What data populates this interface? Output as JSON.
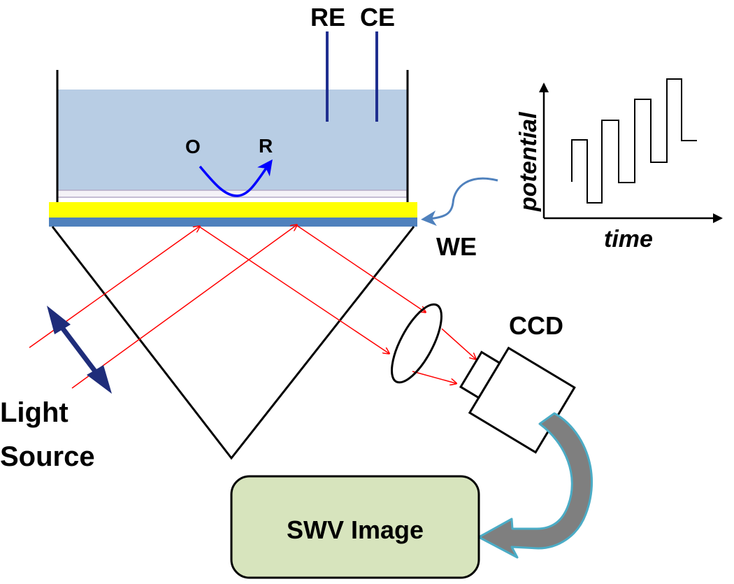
{
  "labels": {
    "reference_electrode": "RE",
    "counter_electrode": "CE",
    "oxidized_species": "O",
    "reduced_species": "R",
    "working_electrode": "WE",
    "light_source_line1": "Light",
    "light_source_line2": "Source",
    "camera": "CCD",
    "output": "SWV Image"
  },
  "waveform_plot": {
    "ylabel": "potential",
    "xlabel": "time"
  },
  "colors": {
    "solution": "#b8cde4",
    "gold_film": "#ffff00",
    "substrate": "#4f81bd",
    "electrode_wires": "#1f2f8f",
    "reaction_arrow": "#0000ff",
    "light_beam": "#ff0000",
    "polarizer": "#1f2d7a",
    "swv_box": "#d7e4bd",
    "transfer_arrow": "#7f7f7f",
    "transfer_arrow_outline": "#4bacc6",
    "reduced_label": "#c00000"
  }
}
